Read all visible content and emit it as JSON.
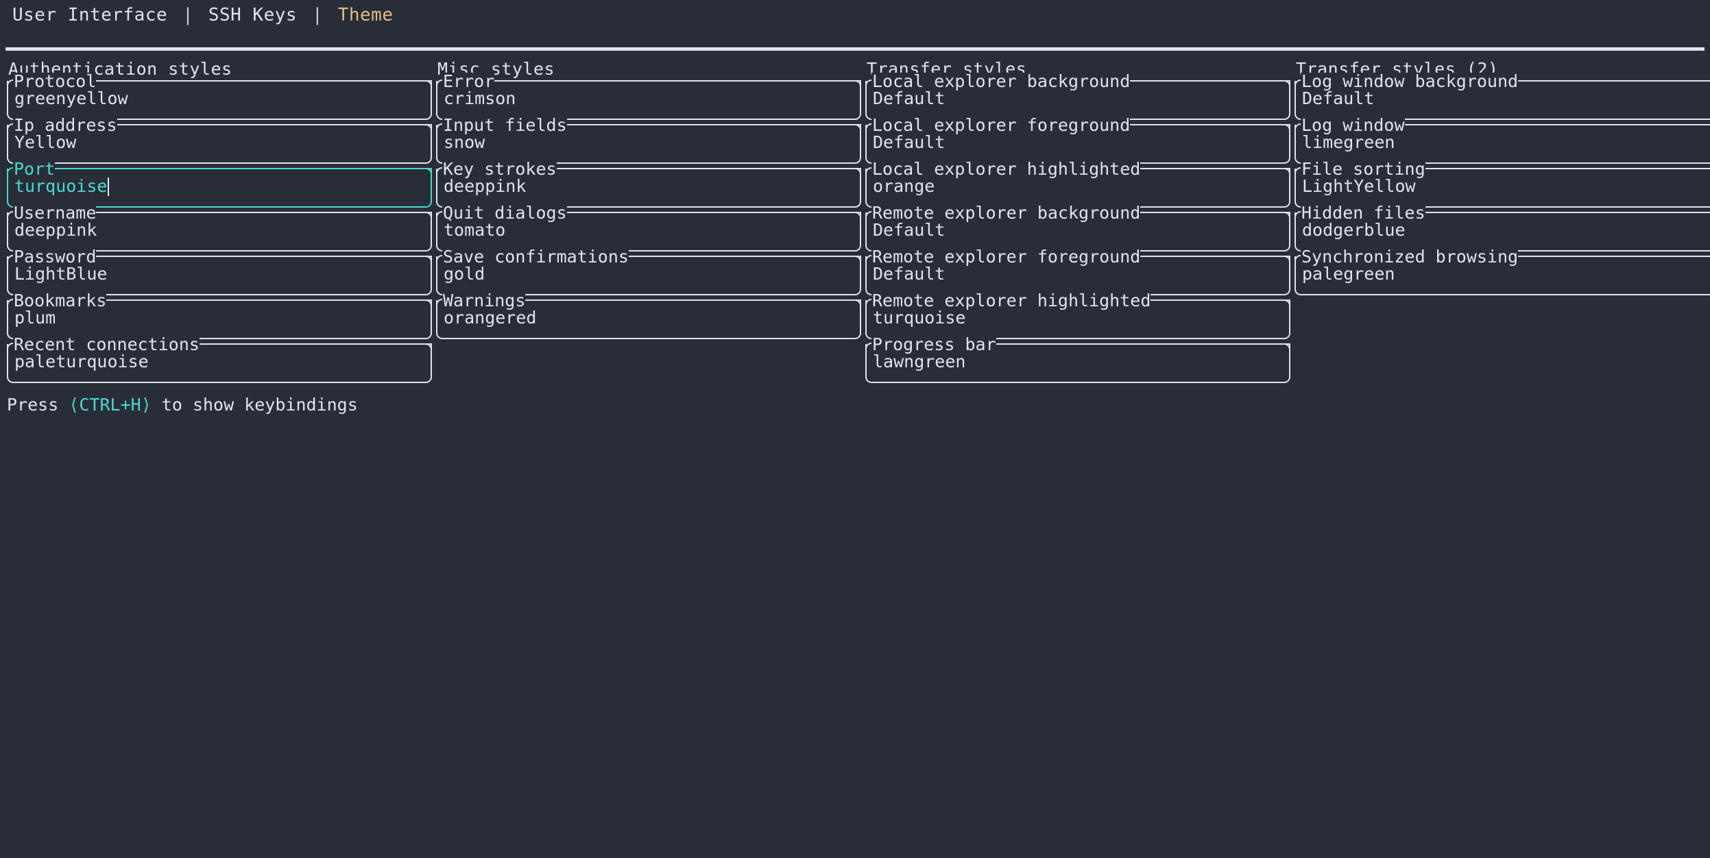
{
  "header": {
    "tabs": [
      {
        "label": "User Interface",
        "active": false
      },
      {
        "label": "SSH Keys",
        "active": false
      },
      {
        "label": "Theme",
        "active": true
      }
    ],
    "separator": "|"
  },
  "colors": {
    "background": "#282d38",
    "foreground": "#dfe3ec",
    "border": "#dfe4ec",
    "accent_focus": "#4ad9cd",
    "tab_active": "#e3bd84"
  },
  "columns": [
    {
      "title": "Authentication styles",
      "fields": [
        {
          "label": "Protocol",
          "value": "greenyellow",
          "focused": false
        },
        {
          "label": "Ip address",
          "value": "Yellow",
          "focused": false
        },
        {
          "label": "Port",
          "value": "turquoise",
          "focused": true
        },
        {
          "label": "Username",
          "value": "deeppink",
          "focused": false
        },
        {
          "label": "Password",
          "value": "LightBlue",
          "focused": false
        },
        {
          "label": "Bookmarks",
          "value": "plum",
          "focused": false
        },
        {
          "label": "Recent connections",
          "value": "paleturquoise",
          "focused": false
        }
      ]
    },
    {
      "title": "Misc styles",
      "fields": [
        {
          "label": "Error",
          "value": "crimson",
          "focused": false
        },
        {
          "label": "Input fields",
          "value": "snow",
          "focused": false
        },
        {
          "label": "Key strokes",
          "value": "deeppink",
          "focused": false
        },
        {
          "label": "Quit dialogs",
          "value": "tomato",
          "focused": false
        },
        {
          "label": "Save confirmations",
          "value": "gold",
          "focused": false
        },
        {
          "label": "Warnings",
          "value": "orangered",
          "focused": false
        }
      ]
    },
    {
      "title": "Transfer styles",
      "fields": [
        {
          "label": "Local explorer background",
          "value": "Default",
          "focused": false
        },
        {
          "label": "Local explorer foreground",
          "value": "Default",
          "focused": false
        },
        {
          "label": "Local explorer highlighted",
          "value": "orange",
          "focused": false
        },
        {
          "label": "Remote explorer background",
          "value": "Default",
          "focused": false
        },
        {
          "label": "Remote explorer foreground",
          "value": "Default",
          "focused": false
        },
        {
          "label": "Remote explorer highlighted",
          "value": "turquoise",
          "focused": false
        },
        {
          "label": "Progress bar",
          "value": "lawngreen",
          "focused": false
        }
      ]
    },
    {
      "title": "Transfer styles (2)",
      "fields": [
        {
          "label": "Log window background",
          "value": "Default",
          "focused": false
        },
        {
          "label": "Log window",
          "value": "limegreen",
          "focused": false
        },
        {
          "label": "File sorting",
          "value": "LightYellow",
          "focused": false
        },
        {
          "label": "Hidden files",
          "value": "dodgerblue",
          "focused": false
        },
        {
          "label": "Synchronized browsing",
          "value": "palegreen",
          "focused": false
        }
      ]
    }
  ],
  "footer": {
    "prefix": "Press ",
    "key": "⟨CTRL+H⟩",
    "suffix": " to show keybindings"
  }
}
